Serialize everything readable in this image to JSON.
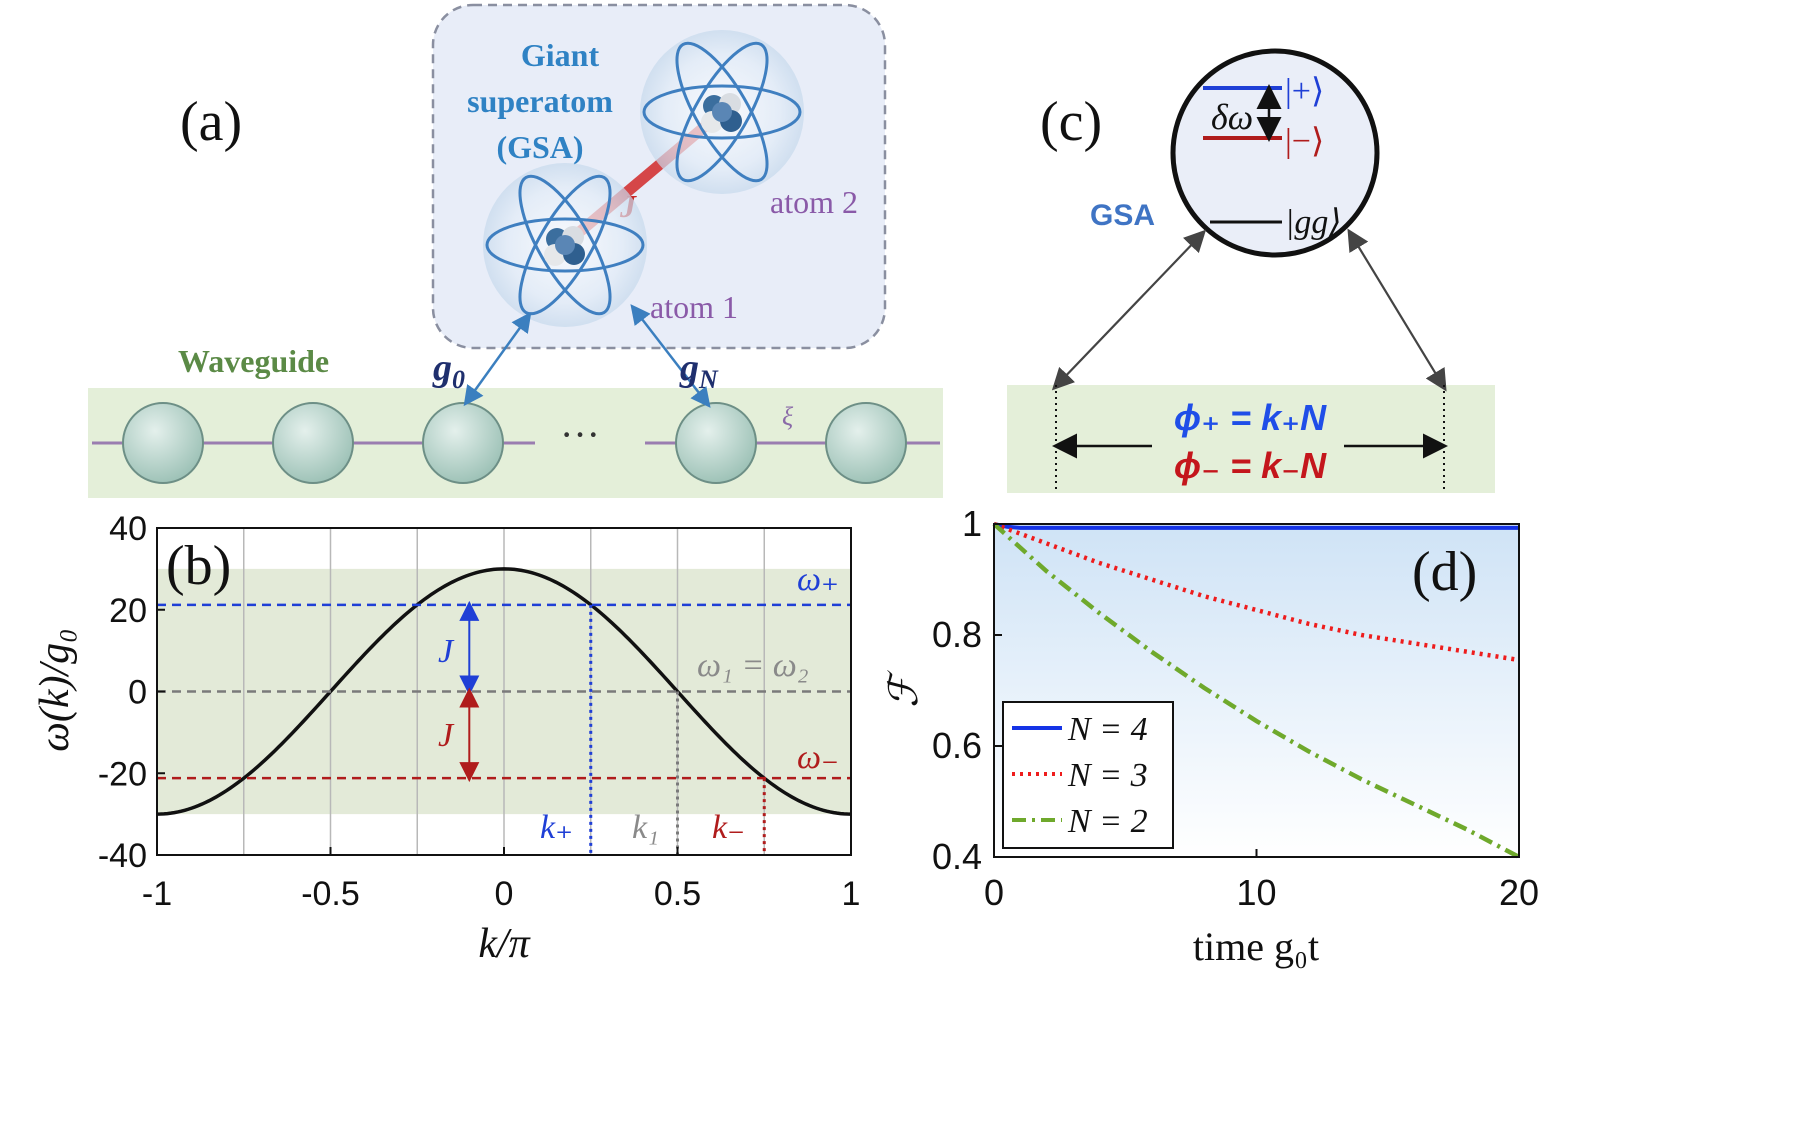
{
  "panel_a": {
    "label": "(a)",
    "gsa_title_line1": "Giant",
    "gsa_title_line2": "superatom",
    "gsa_title_line3": "(GSA)",
    "atom1_label": "atom 1",
    "atom2_label": "atom 2",
    "coupling_label": "J",
    "waveguide_label": "Waveguide",
    "g0_label": "g",
    "g0_sub": "0",
    "gN_label": "g",
    "gN_sub": "N",
    "ellipsis": "···",
    "xi_label": "ξ",
    "colors": {
      "box_fill": "#e8edf8",
      "box_stroke": "#8a8fa0",
      "waveguide": "#e3efd8",
      "site": "#b7d3cb",
      "wire": "#9a7db0",
      "coupling": "#d22a2a"
    }
  },
  "panel_c": {
    "label": "(c)",
    "gsa_label": "GSA",
    "delta_omega": "δω",
    "plus_state": "|+⟩",
    "minus_state": "|−⟩",
    "gg_state": "|gg⟩",
    "phi_plus": "ϕ₊ = k₊N",
    "phi_minus": "ϕ₋ = k₋N",
    "colors": {
      "plus": "#1f3fd6",
      "minus": "#b01c1c",
      "phi_plus": "#1f4ee8",
      "phi_minus": "#c4161c"
    }
  },
  "panel_b": {
    "label": "(b)",
    "ylabel": "ω(k)/g₀",
    "xlabel": "k/π",
    "omega_plus": "ω₊",
    "omega_minus": "ω₋",
    "omega_eq": "ω₁ = ω₂",
    "J_upper": "J",
    "J_lower": "J",
    "k_plus": "k₊",
    "k_1": "k₁",
    "k_minus": "k₋"
  },
  "panel_d": {
    "label": "(d)",
    "ylabel": "ℱ",
    "xlabel": "time g₀t"
  },
  "chart_data": [
    {
      "type": "line",
      "panel": "b",
      "title": "",
      "xlabel": "k/π",
      "ylabel": "ω(k)/g₀",
      "xlim": [
        -1,
        1
      ],
      "ylim": [
        -40,
        40
      ],
      "xticks": [
        -1,
        -0.5,
        0,
        0.5,
        1
      ],
      "xtick_labels": [
        "-1",
        "-0.5",
        "0",
        "0.5",
        "1"
      ],
      "yticks": [
        -40,
        -20,
        0,
        20,
        40
      ],
      "ytick_labels": [
        "-40",
        "-20",
        "0",
        "20",
        "40"
      ],
      "grid": "vertical",
      "band": {
        "ymin": -30,
        "ymax": 30,
        "color": "#e3ead8"
      },
      "series": [
        {
          "function": "30*cos(pi*x)",
          "x_range": [
            -1,
            1
          ],
          "color": "#111111"
        }
      ],
      "hlines": [
        {
          "y": 21.2,
          "color": "#1f3fd6",
          "style": "dashed"
        },
        {
          "y": 0,
          "color": "#7a7a7a",
          "style": "dashed"
        },
        {
          "y": -21.2,
          "color": "#b01c1c",
          "style": "dashed"
        }
      ],
      "vlines": [
        {
          "x": 0.25,
          "y_from": -40,
          "y_to": 21.2,
          "color": "#1f3fd6"
        },
        {
          "x": 0.5,
          "y_from": -40,
          "y_to": 0,
          "color": "#7a7a7a"
        },
        {
          "x": 0.75,
          "y_from": -40,
          "y_to": -21.2,
          "color": "#b01c1c"
        }
      ],
      "arrows": [
        {
          "x": -0.1,
          "y_from": 0,
          "y_to": 21.2,
          "color": "#1f3fd6"
        },
        {
          "x": -0.1,
          "y_from": 0,
          "y_to": -21.2,
          "color": "#b01c1c"
        }
      ]
    },
    {
      "type": "line",
      "panel": "d",
      "title": "",
      "xlabel": "time g₀t",
      "ylabel": "ℱ",
      "xlim": [
        0,
        20
      ],
      "ylim": [
        0.4,
        1
      ],
      "xticks": [
        0,
        10,
        20
      ],
      "xtick_labels": [
        "0",
        "10",
        "20"
      ],
      "yticks": [
        0.4,
        0.6,
        0.8,
        1
      ],
      "ytick_labels": [
        "0.4",
        "0.6",
        "0.8",
        "1"
      ],
      "legend_position": "bottom-left",
      "background_gradient": [
        "#cfe3f6",
        "#ffffff"
      ],
      "series": [
        {
          "name": "N = 4",
          "color": "#1533e6",
          "style": "solid",
          "x": [
            0,
            0.5,
            1,
            2,
            4,
            6,
            8,
            10,
            12,
            14,
            16,
            18,
            20
          ],
          "y": [
            1,
            0.995,
            0.993,
            0.993,
            0.993,
            0.993,
            0.993,
            0.993,
            0.993,
            0.993,
            0.993,
            0.993,
            0.993
          ]
        },
        {
          "name": "N = 3",
          "color": "#ee1c1c",
          "style": "dotted",
          "x": [
            0,
            2,
            4,
            6,
            8,
            10,
            12,
            14,
            16,
            18,
            20
          ],
          "y": [
            1,
            0.965,
            0.93,
            0.9,
            0.87,
            0.845,
            0.82,
            0.8,
            0.785,
            0.77,
            0.755
          ]
        },
        {
          "name": "N = 2",
          "color": "#6fa92c",
          "style": "dashdot",
          "x": [
            0,
            2,
            4,
            6,
            8,
            10,
            12,
            14,
            16,
            18,
            20
          ],
          "y": [
            1,
            0.915,
            0.84,
            0.77,
            0.705,
            0.645,
            0.59,
            0.54,
            0.495,
            0.45,
            0.4
          ]
        }
      ]
    }
  ]
}
